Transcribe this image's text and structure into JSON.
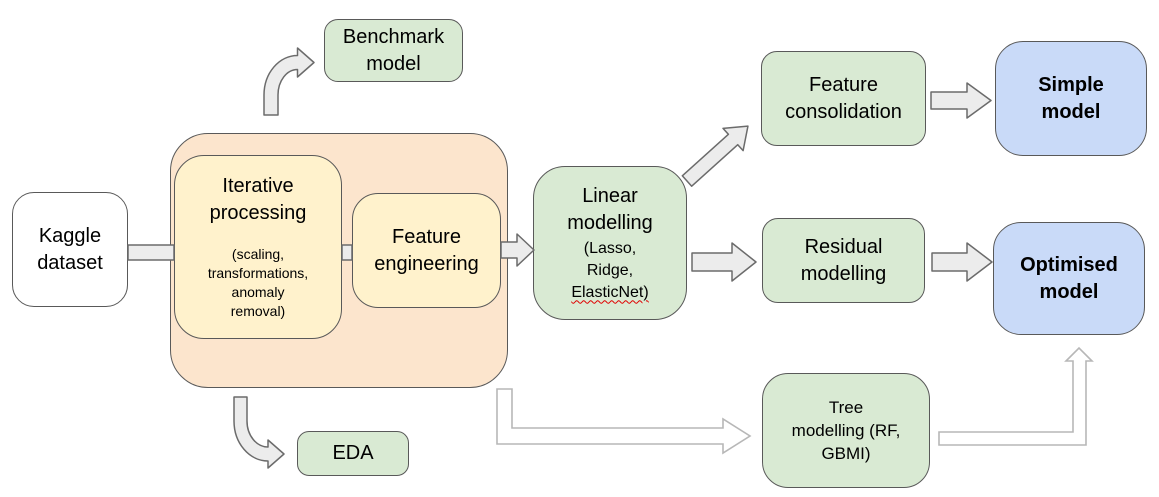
{
  "colors": {
    "canvas_bg": "#ffffff",
    "text": "#000000",
    "box_border": "#595959",
    "dataset_fill": "#ffffff",
    "container_fill": "#fce5cd",
    "process_fill": "#fff2cc",
    "stage_fill": "#d9ead3",
    "model_fill": "#c9daf8",
    "arrow_fill": "#ececec",
    "arrow_border": "#6b6b6b",
    "outline_arrow_border": "#b7b7b7",
    "spellcheck_red": "#e00000"
  },
  "nodes": {
    "kaggle_dataset": {
      "label": "Kaggle\ndataset"
    },
    "benchmark_model": {
      "label": "Benchmark\nmodel"
    },
    "iterative_processing": {
      "title": "Iterative\nprocessing",
      "details": "(scaling,\ntransformations,\nanomaly\nremoval)"
    },
    "feature_engineering": {
      "label": "Feature\nengineering"
    },
    "eda": {
      "label": "EDA"
    },
    "linear_modelling": {
      "title": "Linear\nmodelling",
      "details": "(Lasso,\nRidge,",
      "details_flagged": "ElasticNet)"
    },
    "feature_consolidation": {
      "label": "Feature\nconsolidation"
    },
    "simple_model": {
      "label": "Simple\nmodel"
    },
    "residual_modelling": {
      "label": "Residual\nmodelling"
    },
    "optimised_model": {
      "label": "Optimised\nmodel"
    },
    "tree_modelling": {
      "label": "Tree\nmodelling (RF,\nGBMI)"
    }
  }
}
